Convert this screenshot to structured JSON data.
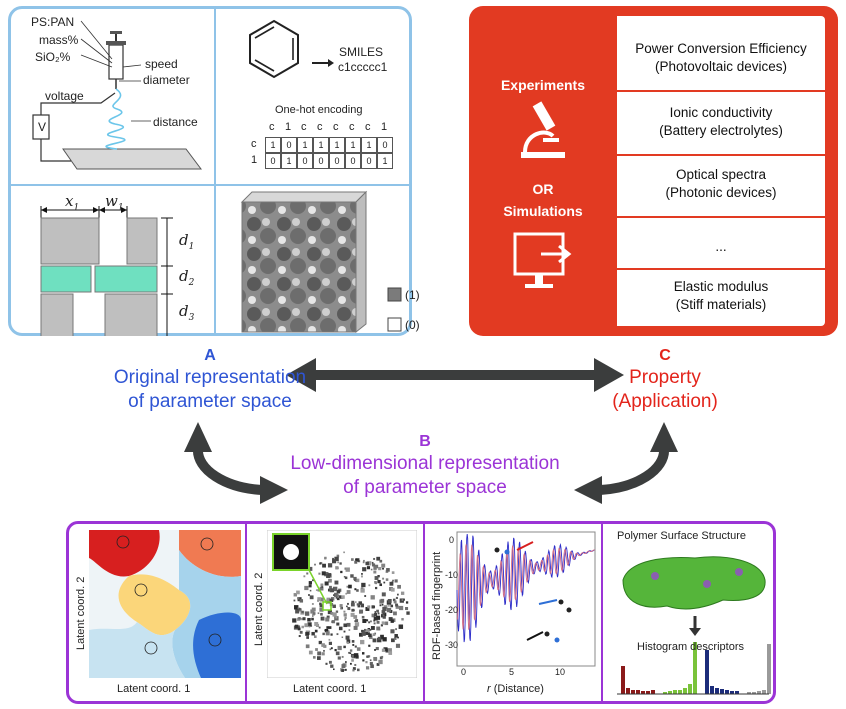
{
  "panel_a": {
    "electrospinning": {
      "labels": [
        "PS:PAN",
        "mass%",
        "SiO₂%",
        "speed",
        "diameter",
        "voltage",
        "distance"
      ],
      "voltmeter": "V"
    },
    "smiles": {
      "label": "SMILES",
      "code": "c1ccccc1",
      "onehot_title": "One-hot encoding",
      "onehot_header": [
        "c",
        "1",
        "c",
        "c",
        "c",
        "c",
        "c",
        "1"
      ],
      "onehot_rows": [
        {
          "label": "c",
          "values": [
            1,
            0,
            1,
            1,
            1,
            1,
            1,
            0
          ]
        },
        {
          "label": "1",
          "values": [
            0,
            1,
            0,
            0,
            0,
            0,
            0,
            1
          ]
        }
      ]
    },
    "geometry": {
      "x_label": "x",
      "x_sub": "1",
      "w_label": "w",
      "w_sub": "1",
      "d_labels": [
        {
          "l": "d",
          "s": "1"
        },
        {
          "l": "d",
          "s": "2"
        },
        {
          "l": "d",
          "s": "3"
        }
      ]
    },
    "microstructure": {
      "legend": [
        "(1)",
        "(0)"
      ]
    }
  },
  "panel_c": {
    "left_labels": [
      "Experiments",
      "OR",
      "Simulations"
    ],
    "properties": [
      {
        "line1": "Power Conversion Efficiency",
        "line2": "(Photovoltaic devices)"
      },
      {
        "line1": "Ionic conductivity",
        "line2": "(Battery electrolytes)"
      },
      {
        "line1": "Optical spectra",
        "line2": "(Photonic devices)"
      },
      {
        "line1": "...",
        "line2": ""
      },
      {
        "line1": "Elastic modulus",
        "line2": "(Stiff materials)"
      }
    ]
  },
  "captions": {
    "a_letter": "A",
    "a_line1": "Original representation",
    "a_line2": "of parameter space",
    "c_letter": "C",
    "c_line1": "Property",
    "c_line2": "(Application)",
    "b_letter": "B",
    "b_line1": "Low-dimensional representation",
    "b_line2": "of parameter space"
  },
  "panel_b": {
    "map": {
      "ylabel": "Latent coord. 2",
      "xlabel": "Latent coord. 1"
    },
    "scatter": {
      "ylabel": "Latent coord. 2",
      "xlabel": "Latent coord. 1"
    },
    "rdf": {
      "ylabel": "RDF-based fingerprint",
      "xlabel_var": "r",
      "xlabel_rest": " (Distance)",
      "yticks": [
        "0",
        "-10",
        "-20",
        "-30"
      ],
      "xticks": [
        "0",
        "5",
        "10"
      ]
    },
    "polymer": {
      "title": "Polymer Surface Structure",
      "subtitle": "Histogram descriptors"
    }
  },
  "colors": {
    "panel_a_border": "#8fc3e8",
    "panel_c_fill": "#e23a22",
    "panel_b_border": "#9b34d6",
    "label_a": "#2f55d4",
    "label_b": "#9b34d6",
    "label_c": "#e3241b",
    "arrow": "#3b3d3d"
  }
}
